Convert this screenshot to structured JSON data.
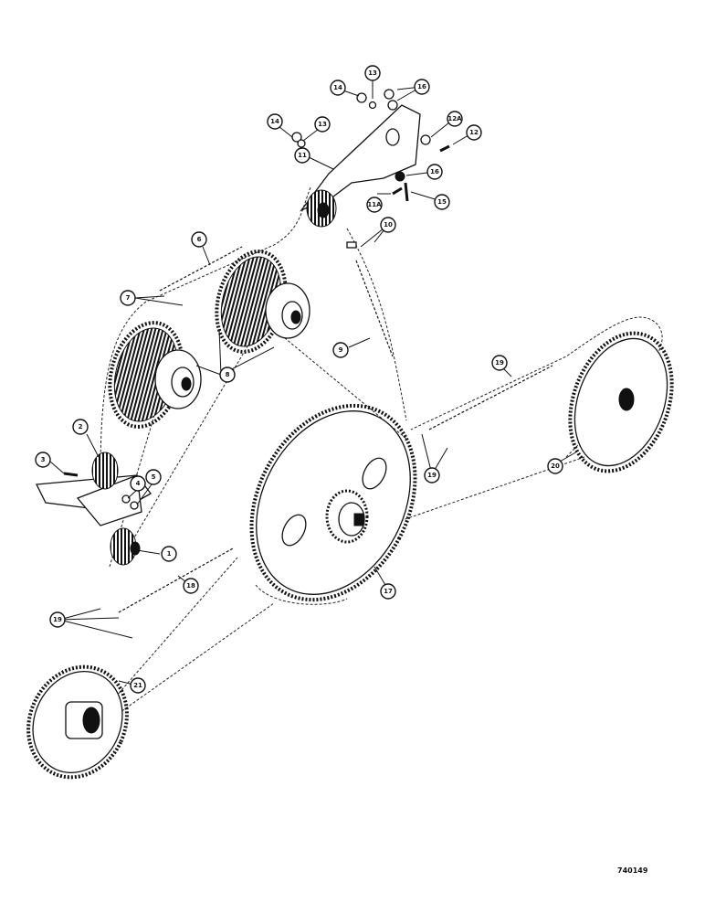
{
  "drawing_id": "740149",
  "callouts": [
    "1",
    "2",
    "3",
    "4",
    "5",
    "6",
    "7",
    "8",
    "9",
    "10",
    "11",
    "11A",
    "12",
    "12A",
    "13",
    "13",
    "14",
    "14",
    "15",
    "16",
    "16",
    "17",
    "18",
    "19",
    "19",
    "19",
    "20",
    "21"
  ]
}
